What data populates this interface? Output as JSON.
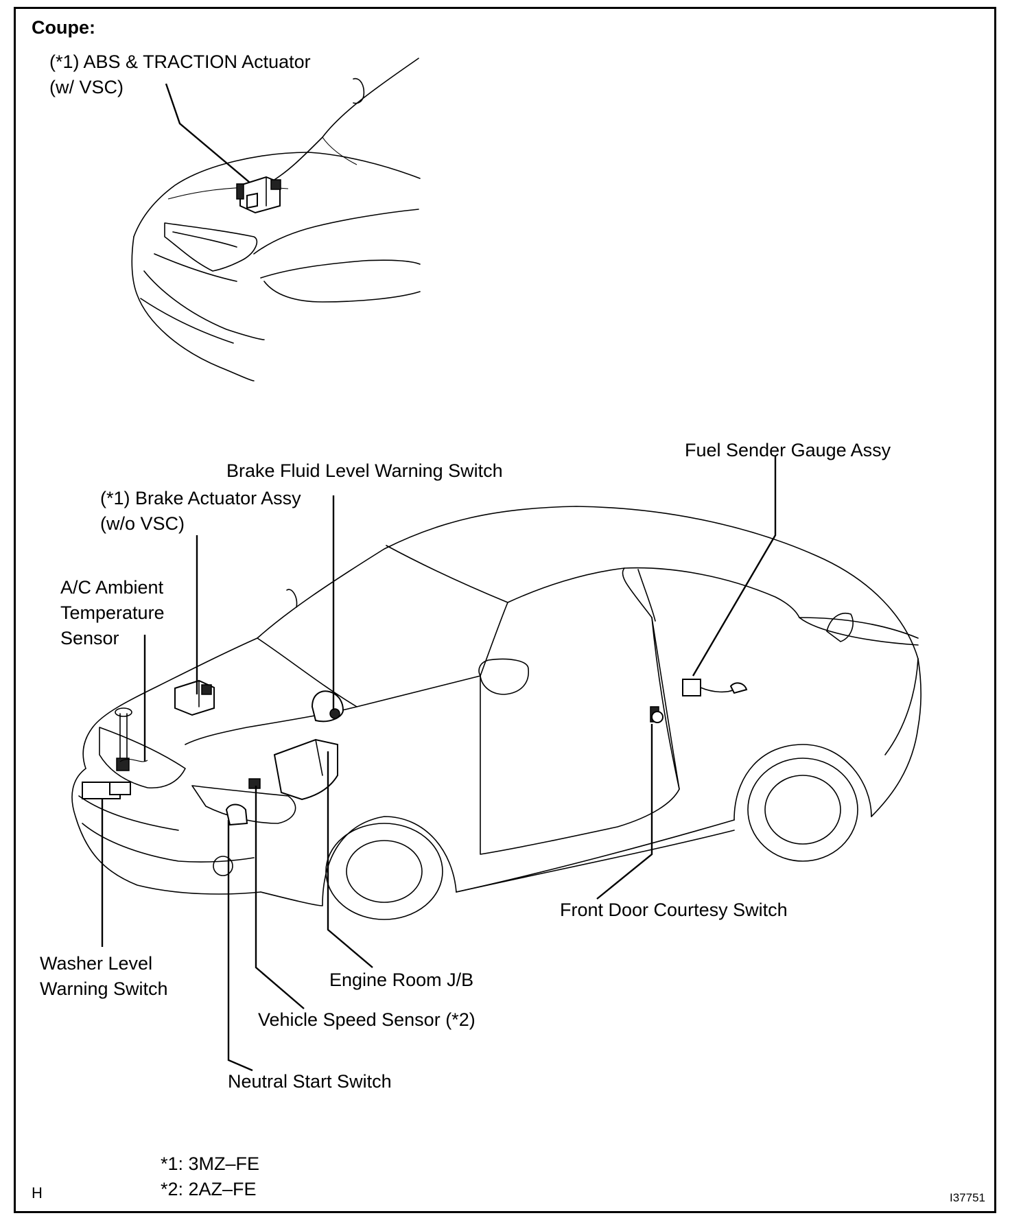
{
  "section_title": "Coupe:",
  "labels": {
    "abs_traction": [
      "(*1) ABS & TRACTION Actuator",
      "(w/ VSC)"
    ],
    "brake_actuator": [
      "(*1) Brake Actuator Assy",
      "(w/o VSC)"
    ],
    "brake_fluid": "Brake Fluid Level Warning Switch",
    "fuel_sender": "Fuel Sender Gauge Assy",
    "ac_ambient": [
      "A/C Ambient",
      "Temperature",
      "Sensor"
    ],
    "washer_level": [
      "Washer Level",
      "Warning Switch"
    ],
    "engine_room_jb": "Engine Room J/B",
    "vehicle_speed": "Vehicle Speed Sensor (*2)",
    "neutral_start": "Neutral Start Switch",
    "front_door": "Front Door Courtesy Switch"
  },
  "footnotes": [
    "*1: 3MZ–FE",
    "*2: 2AZ–FE"
  ],
  "corner_code": "H",
  "figure_id": "I37751"
}
